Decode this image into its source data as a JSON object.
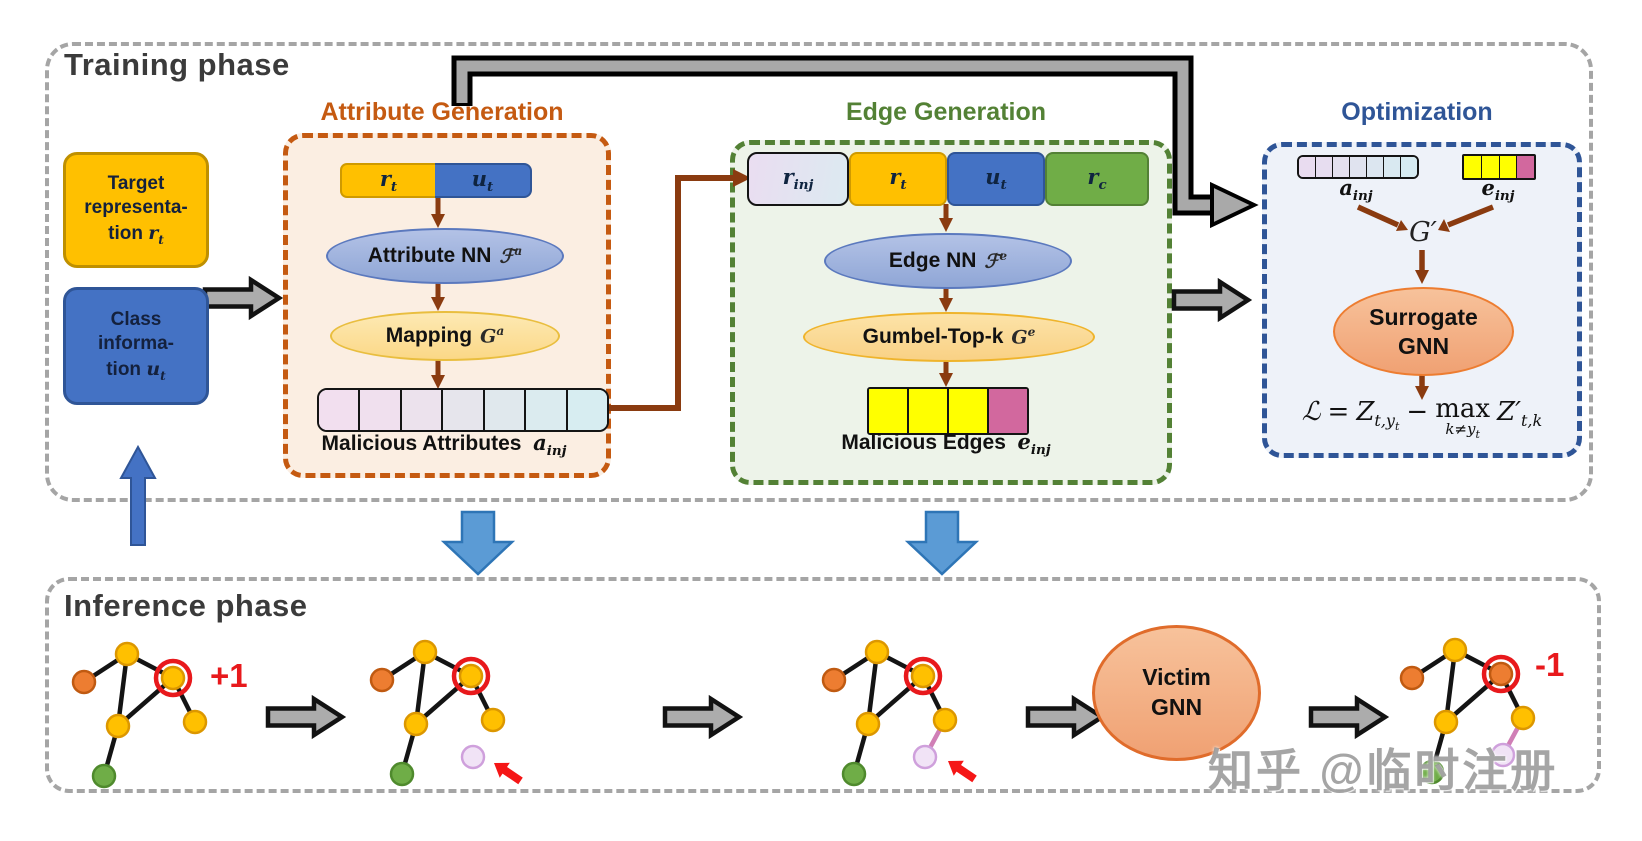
{
  "colors": {
    "attribute_accent": "#C55A11",
    "edge_accent": "#538135",
    "optimization_accent": "#2F5597",
    "phase_title": "#3B3B3B",
    "alert_red": "#E8191C",
    "node_yellow": "#FFC000",
    "node_orange": "#ED7D31",
    "node_green": "#6FAD47",
    "injected_node": "#F1E3F6",
    "watermark_gray": "#919191"
  },
  "training": {
    "title": "Training phase",
    "target_box": {
      "l1": "Target",
      "l2": "representa-",
      "l3": "tion",
      "sym": "r",
      "sub": "t"
    },
    "class_box": {
      "l1": "Class",
      "l2": "informa-",
      "l3": "tion",
      "sym": "u",
      "sub": "t"
    },
    "attribute_generation": {
      "title": "Attribute Generation",
      "chip_r": {
        "sym": "r",
        "sub": "t"
      },
      "chip_u": {
        "sym": "u",
        "sub": "t"
      },
      "nn_label": "Attribute NN",
      "nn_sym": "ℱ",
      "nn_sup": "a",
      "map_label": "Mapping",
      "map_sym": "G",
      "map_sup": "a",
      "out_label": "Malicious Attributes",
      "out_sym": "a",
      "out_sub": "inj",
      "cells": [
        "#F2DFEF",
        "#F0E0EE",
        "#ECE2ED",
        "#E6E5EC",
        "#E0E8ED",
        "#DBEBEF",
        "#D7EDF1"
      ]
    },
    "edge_generation": {
      "title": "Edge Generation",
      "chip_rinj": {
        "sym": "r",
        "sub": "inj"
      },
      "chip_rt": {
        "sym": "r",
        "sub": "t"
      },
      "chip_ut": {
        "sym": "u",
        "sub": "t"
      },
      "chip_rc": {
        "sym": "r",
        "sub": "c"
      },
      "nn_label": "Edge NN",
      "nn_sym": "ℱ",
      "nn_sup": "e",
      "map_label": "Gumbel-Top-k",
      "map_sym": "G",
      "map_sup": "e",
      "out_label": "Malicious Edges",
      "out_sym": "e",
      "out_sub": "inj",
      "cells": [
        "#FFFF00",
        "#FFFF00",
        "#FFFF00",
        "#D2689E"
      ]
    },
    "optimization": {
      "title": "Optimization",
      "a_label": {
        "sym": "a",
        "sub": "inj"
      },
      "e_label": {
        "sym": "e",
        "sub": "inj"
      },
      "a_cells": [
        "#E9DCF0",
        "#E7DDF0",
        "#E4E0EF",
        "#E0E3EF",
        "#DCE6F0",
        "#D9E9F1",
        "#D6EBF2"
      ],
      "e_cells": [
        "#FFFF00",
        "#FFFF00",
        "#FFFF00",
        "#D2689E"
      ],
      "graph_sym": "G′",
      "gnn_line1": "Surrogate",
      "gnn_line2": "GNN",
      "formula": {
        "lhs": "ℒ",
        "eq": "=",
        "t1": "Z",
        "t1sub": "t,y",
        "t1subsub": "t",
        "minus": "−",
        "max": "max",
        "maxsub": "k≠y",
        "maxsubsub": "t",
        "t2": "Z′",
        "t2sub": "t,k"
      }
    }
  },
  "inference": {
    "title": "Inference phase",
    "plus": "+1",
    "minus": "-1",
    "victim_line1": "Victim",
    "victim_line2": "GNN"
  },
  "watermark": {
    "text": "知乎 @临时注册"
  }
}
